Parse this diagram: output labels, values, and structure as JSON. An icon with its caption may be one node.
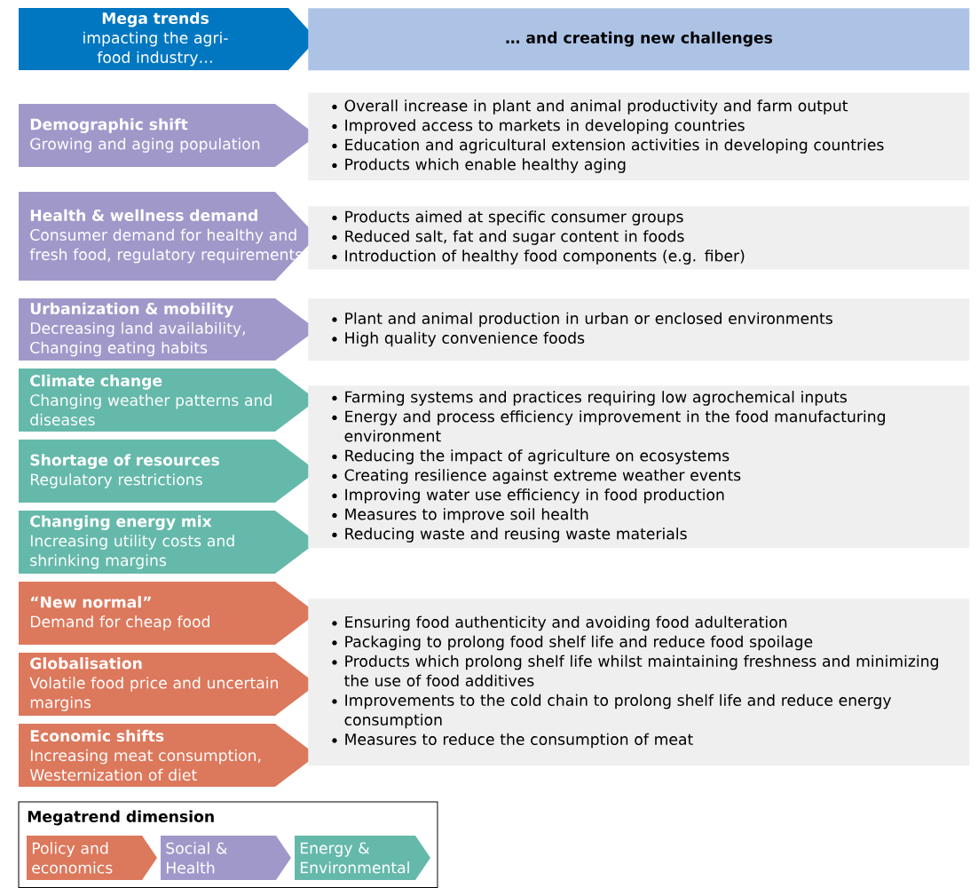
{
  "diagram": {
    "nodes": [
      {
        "text": [
          "Mega trends",
          "impacting the agri-food industry…"
        ]
      },
      {
        "text": [
          "… and creating new challenges"
        ]
      },
      {
        "text": [
          "Demographic shift",
          "Growing and aging population"
        ]
      },
      {
        "text": [
          "Overall increase in plant and animal productivity and farm output",
          "Improved access to markets in developing countries",
          "Education and agricultural extension activities in developing countries",
          "Products which enable healthy aging"
        ]
      },
      {
        "text": [
          "Health & wellness demand",
          "Consumer demand for healthy and fresh food, regulatory requirements"
        ]
      },
      {
        "text": [
          "Products aimed at specific consumer groups",
          "Reduced salt, fat and sugar content in foods",
          "Introduction of healthy food components (e.g. fiber)"
        ]
      },
      {
        "text": [
          "Urbanization & mobility",
          "Decreasing land availability, Changing eating habits"
        ]
      },
      {
        "text": [
          "Plant and animal production in urban or enclosed environments",
          "High quality convenience foods"
        ]
      },
      {
        "text": [
          "Climate change",
          "Changing weather patterns and diseases"
        ]
      },
      {
        "text": [
          "Shortage of resources",
          "Regulatory restrictions"
        ]
      },
      {
        "text": [
          "Changing energy mix",
          "Increasing utility costs and shrinking margins"
        ]
      },
      {
        "text": [
          "Farming systems and practices requiring low agrochemical inputs",
          "Energy and process efficiency improvement in the food manufacturing environment",
          "Reducing the impact of agriculture on ecosystems",
          "Creating resilience against extreme weather events",
          "Improving water use efficiency in food production",
          "Measures to improve soil health",
          "Reducing waste and reusing waste materials"
        ]
      },
      {
        "text": [
          "“New normal”",
          "Demand for cheap food"
        ]
      },
      {
        "text": [
          "Globalisation",
          "Volatile food price and uncertain margins"
        ]
      },
      {
        "text": [
          "Economic shifts",
          "Increasing meat consumption, Westernization of diet"
        ]
      },
      {
        "text": [
          "Ensuring food authenticity and avoiding food adulteration",
          "Packaging to prolong food shelf life and reduce food spoilage",
          "Products which prolong shelf life whilst maintaining freshness and minimizing the use of food additives",
          "Improvements to the cold chain to prolong shelf life and reduce energy consumption",
          "Measures to reduce the consumption of meat"
        ]
      }
    ],
    "labels": [
      "Megatrend dimension"
    ],
    "legend": [
      {
        "text": "Policy and economics",
        "color": "#dc785c"
      },
      {
        "text": "Social & Health",
        "color": "#a198ca"
      },
      {
        "text": "Energy & Environmental",
        "color": "#65b9aa"
      }
    ]
  }
}
